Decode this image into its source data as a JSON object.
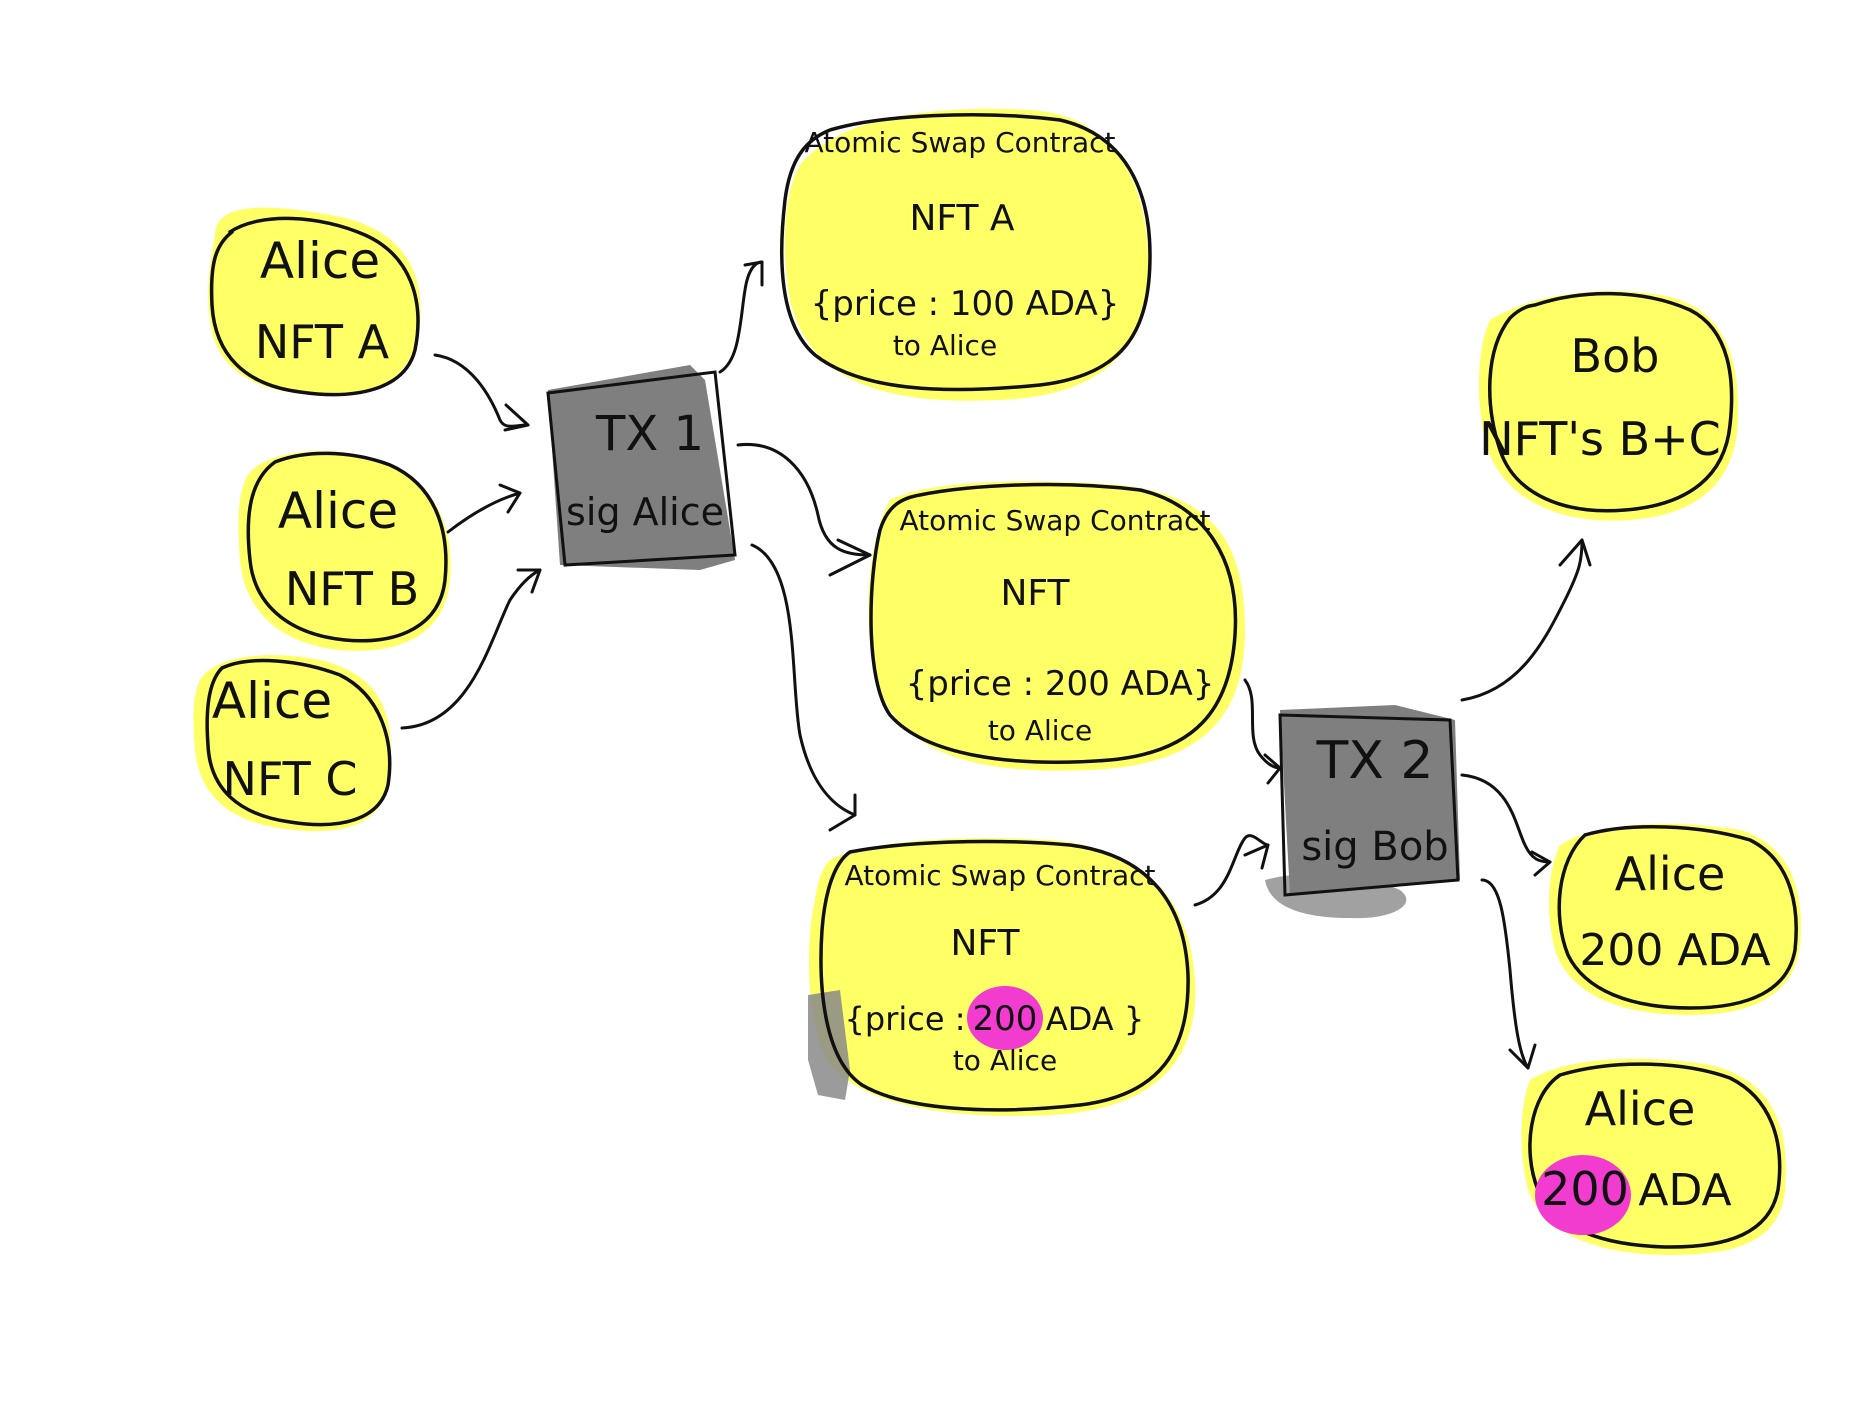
{
  "colors": {
    "node_fill": "#ffff66",
    "tx_fill": "#7f7f7f",
    "highlight": "#f23ccf",
    "ink": "#111111"
  },
  "inputs": [
    {
      "owner": "Alice",
      "asset": "NFT A"
    },
    {
      "owner": "Alice",
      "asset": "NFT B"
    },
    {
      "owner": "Alice",
      "asset": "NFT C"
    }
  ],
  "tx1": {
    "label": "TX 1",
    "sig": "sig Alice"
  },
  "contracts": [
    {
      "title": "Atomic Swap Contract",
      "asset": "NFT A",
      "datum_open": "{price : 100 ADA}",
      "datum_to": "to Alice"
    },
    {
      "title": "Atomic Swap Contract",
      "asset": "NFT",
      "datum_open": "{price : 200 ADA}",
      "datum_to": "to Alice"
    },
    {
      "title": "Atomic Swap Contract",
      "asset": "NFT",
      "datum_open": "{price :",
      "datum_value": "200",
      "datum_close": "ADA }",
      "datum_to": "to Alice"
    }
  ],
  "tx2": {
    "label": "TX 2",
    "sig": "sig Bob"
  },
  "outputs": [
    {
      "owner": "Bob",
      "asset": "NFT's B+C"
    },
    {
      "owner": "Alice",
      "asset": "200 ADA"
    },
    {
      "owner": "Alice",
      "asset_value": "200",
      "asset_unit": "ADA"
    }
  ]
}
